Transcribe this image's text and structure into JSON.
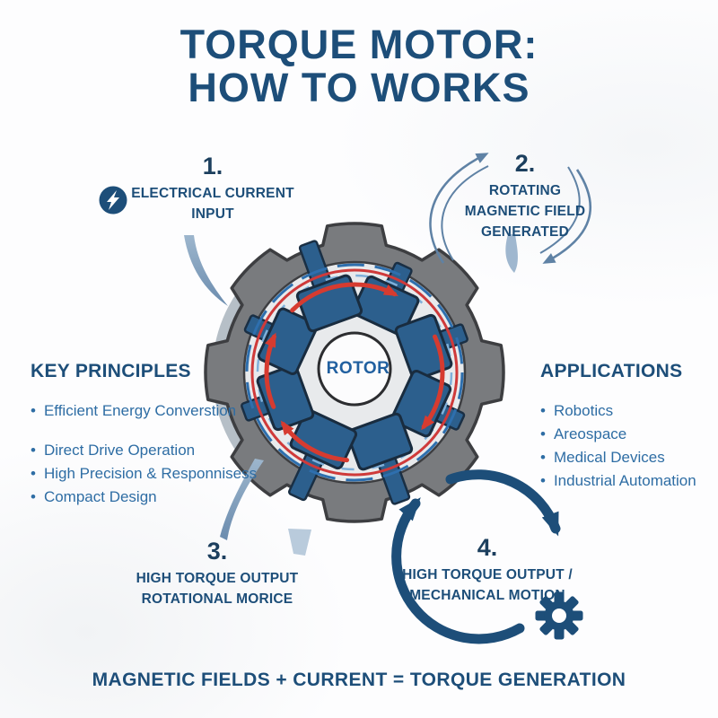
{
  "title": {
    "line1": "TORQUE MOTOR:",
    "line2": "HOW TO WORKS"
  },
  "steps": {
    "s1": {
      "number": "1.",
      "lines": [
        "ELECTRICAL CURRENT",
        "INPUT"
      ]
    },
    "s2": {
      "number": "2.",
      "lines": [
        "ROTATING",
        "MAGNETIC FIELD",
        "GENERATED"
      ]
    },
    "s3": {
      "number": "3.",
      "lines": [
        "HIGH TORQUE OUTPUT",
        "ROTATIONAL MORICE"
      ]
    },
    "s4": {
      "number": "4.",
      "lines": [
        "HIGH TORQUE OUTPUT /",
        "MECHANICAL MOTION"
      ]
    }
  },
  "motor": {
    "rotor_label": "ROTOR"
  },
  "key_principles": {
    "heading": "KEY PRINCIPLES",
    "items": [
      "Efficient Energy Converstion",
      "Direct Drive Operation",
      "High Precision & Responnisess",
      "Compact Design"
    ]
  },
  "applications": {
    "heading": "APPLICATIONS",
    "items": [
      "Robotics",
      "Areospace",
      "Medical Devices",
      "Industrial Automation"
    ]
  },
  "footer": {
    "formula": "MAGNETIC FIELDS + CURRENT = TORQUE GENERATION"
  },
  "icons": {
    "step1": "lightning-bolt-icon",
    "step4": "gear-icon"
  },
  "colors": {
    "navy": "#1d4e79",
    "text_blue": "#2e6da4",
    "red": "#d63b30",
    "steel": "#5f82a5",
    "steel_light": "#9fb7cf",
    "stator_gray": "#797b7e",
    "stator_outline": "#3d3e41",
    "pole_blue": "#2c5f8d",
    "wire_blue": "#2e6fae",
    "wire_blue_light": "#7fb0da",
    "wire_red": "#cf3a3a"
  }
}
